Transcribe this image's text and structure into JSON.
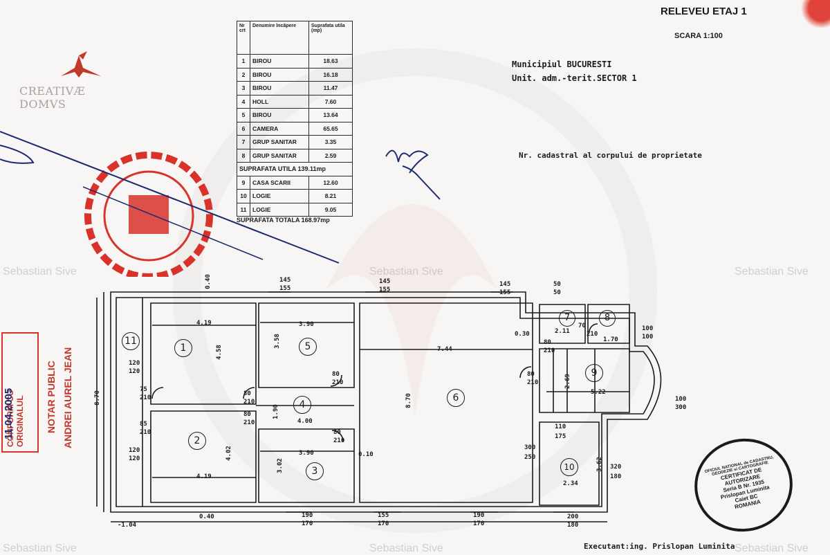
{
  "logo": {
    "brand": "CREATIVÆ DOMVS"
  },
  "watermarks": [
    "Sebastian Sive",
    "Sebastian Sive",
    "Sebastian Sive",
    "Sebastian Sive",
    "Sebastian Sive",
    "Sebastian Sive"
  ],
  "header": {
    "title": "RELEVEU ETAJ 1",
    "scale": "SCARA 1:100",
    "municipality": "Municipiul BUCURESTI",
    "unit": "Unit. adm.-terit.SECTOR 1",
    "cadastral": "Nr. cadastral al corpului de proprietate"
  },
  "table": {
    "col_nr": "Nr crt",
    "col_name": "Denumire încăpere",
    "col_area": "Suprafata utila (mp)",
    "rows": [
      {
        "nr": "1",
        "name": "BIROU",
        "area": "18.63"
      },
      {
        "nr": "2",
        "name": "BIROU",
        "area": "16.18"
      },
      {
        "nr": "3",
        "name": "BIROU",
        "area": "11.47"
      },
      {
        "nr": "4",
        "name": "HOLL",
        "area": "7.60"
      },
      {
        "nr": "5",
        "name": "BIROU",
        "area": "13.64"
      },
      {
        "nr": "6",
        "name": "CAMERA",
        "area": "65.65"
      },
      {
        "nr": "7",
        "name": "GRUP SANITAR",
        "area": "3.35"
      },
      {
        "nr": "8",
        "name": "GRUP SANITAR",
        "area": "2.59"
      }
    ],
    "useful_total": "SUPRAFATA UTILA 139.11mp",
    "rows2": [
      {
        "nr": "9",
        "name": "CASA SCARII",
        "area": "12.60"
      },
      {
        "nr": "10",
        "name": "LOGIE",
        "area": "8.21"
      },
      {
        "nr": "11",
        "name": "LOGIE",
        "area": "9.05"
      }
    ],
    "grand_total": "SUPRAFATA TOTALA 168.97mp"
  },
  "notary": {
    "name": "ANDREI AUREL JEAN",
    "title": "NOTAR PUBLIC",
    "stamp_line": "CONFORM CU ORIGINALUL",
    "date": "11.04.2005"
  },
  "certificate_stamp": {
    "outer": "OFICIUL NATIONAL de CADASTRU, GEODEZIE si CARTOGRAFIE",
    "line1": "CERTIFICAT DE",
    "line2": "AUTORIZARE",
    "line3": "Seria B Nr. 1935",
    "line4": "Prislopan Luminita",
    "line5": "Caiet BC",
    "country": "ROMANIA"
  },
  "footer": {
    "executant": "Executant:ing. Prislopan Luminita"
  },
  "plan": {
    "room_numbers": [
      "1",
      "2",
      "3",
      "4",
      "5",
      "6",
      "7",
      "8",
      "9",
      "10",
      "11"
    ],
    "dims_top": [
      "0.40",
      "145",
      "155",
      "145",
      "155",
      "145",
      "155",
      "50",
      "50"
    ],
    "dims_bottom": [
      "0.40",
      "190",
      "170",
      "155",
      "170",
      "190",
      "170",
      "200",
      "180"
    ],
    "dims_left": [
      "8.70",
      "120",
      "120",
      "75",
      "210",
      "85",
      "210",
      "120",
      "120"
    ],
    "dims_right": [
      "100",
      "100",
      "100",
      "300",
      "320",
      "180"
    ],
    "interior": [
      "4.19",
      "4.58",
      "3.90",
      "3.58",
      "80",
      "210",
      "80",
      "210",
      "80",
      "210",
      "1.90",
      "4.00",
      "80",
      "210",
      "3.90",
      "3.02",
      "4.02",
      "4.19",
      "0.10",
      "7.44",
      "8.70",
      "0.30",
      "2.11",
      "70",
      "210",
      "1.70",
      "80",
      "210",
      "80",
      "210",
      "2.69",
      "5.22",
      "110",
      "175",
      "300",
      "250",
      "2.34",
      "3.62",
      "-1.04"
    ]
  }
}
